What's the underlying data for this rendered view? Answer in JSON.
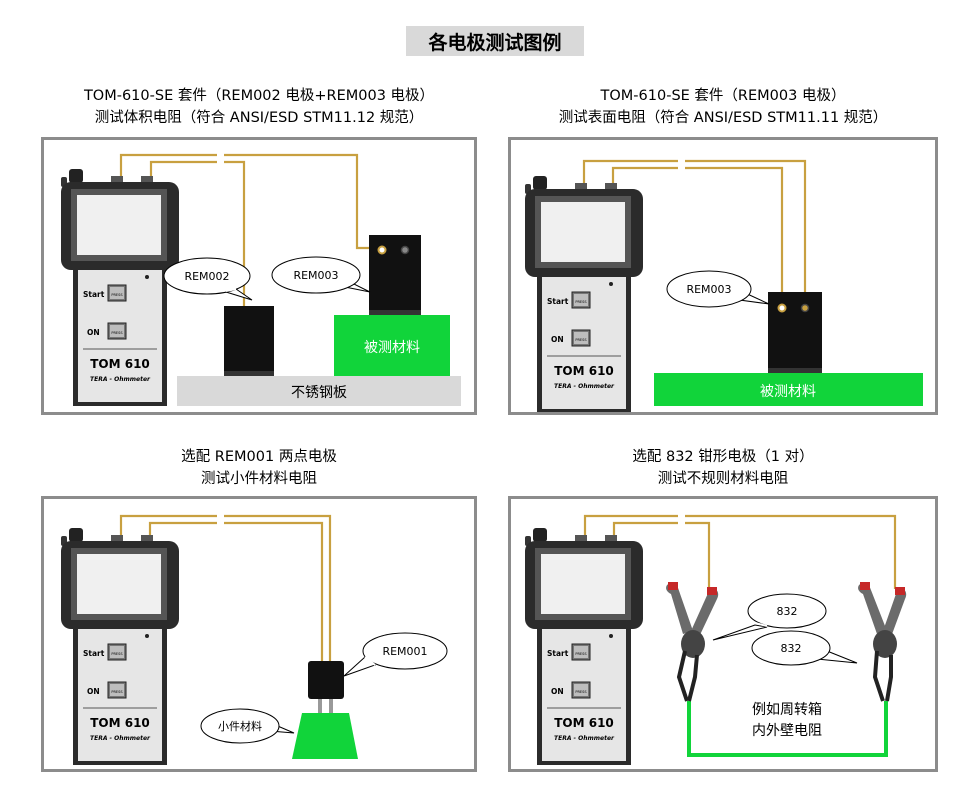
{
  "page_title": "各电极测试图例",
  "panels": [
    {
      "caption_line1": "TOM-610-SE 套件（REM002 电极+REM003 电极）",
      "caption_line2": "测试体积电阻（符合 ANSI/ESD STM11.12 规范）",
      "callout_a": "REM002",
      "callout_b": "REM003",
      "material_label": "被测材料",
      "plate_label": "不锈钢板"
    },
    {
      "caption_line1": "TOM-610-SE 套件（REM003 电极）",
      "caption_line2": "测试表面电阻（符合 ANSI/ESD STM11.11 规范）",
      "callout_a": "REM003",
      "material_label": "被测材料"
    },
    {
      "caption_line1": "选配 REM001 两点电极",
      "caption_line2": "测试小件材料电阻",
      "callout_a": "REM001",
      "material_label": "小件材料"
    },
    {
      "caption_line1": "选配 832 钳形电极（1 对）",
      "caption_line2": "测试不规则材料电阻",
      "callout_a": "832",
      "callout_b": "832",
      "material_line1": "例如周转箱",
      "material_line2": "内外壁电阻"
    }
  ],
  "meter": {
    "start_label": "Start",
    "on_label": "ON",
    "button_label": "PRESS",
    "model": "TOM 610",
    "brand": "TERA - Ohmmeter"
  },
  "colors": {
    "panel_border": "#8c8c8c",
    "material_green": "#11d43a",
    "plate_gray": "#d9d9d9",
    "wire_gold": "#c8a040",
    "meter_dark": "#2b2b2b",
    "meter_body": "#e6e6e6"
  }
}
